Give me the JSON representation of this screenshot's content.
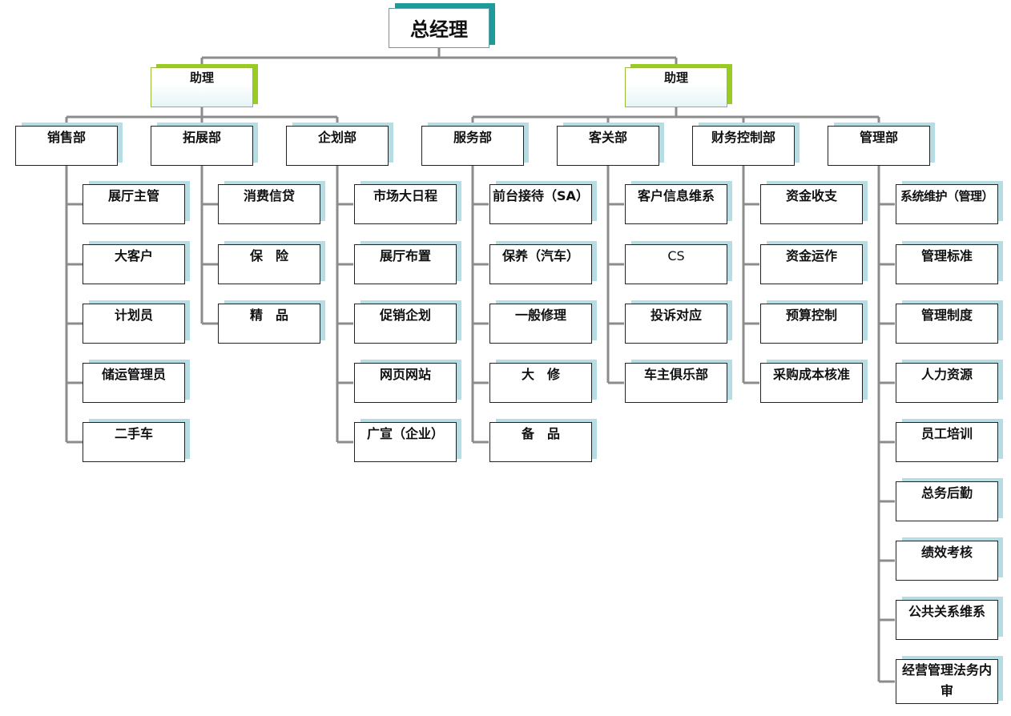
{
  "colors": {
    "line": "#8c8c8c",
    "box_border": "#222222",
    "shadow_blue": "#b6dde4",
    "shadow_green": "#99cc22",
    "shadow_teal": "#1f9a9a"
  },
  "top": {
    "label": "总经理"
  },
  "assistants": [
    {
      "label": "助理"
    },
    {
      "label": "助理"
    }
  ],
  "departments": [
    {
      "label": "销售部",
      "children": [
        "展厅主管",
        "大客户",
        "计划员",
        "储运管理员",
        "二手车"
      ]
    },
    {
      "label": "拓展部",
      "children": [
        "消费信贷",
        "保　险",
        "精　品"
      ]
    },
    {
      "label": "企划部",
      "children": [
        "市场大日程",
        "展厅布置",
        "促销企划",
        "网页网站",
        "广宣（企业）"
      ]
    },
    {
      "label": "服务部",
      "children": [
        "前台接待（SA）",
        "保养（汽车）",
        "一般修理",
        "大　修",
        "备　品"
      ]
    },
    {
      "label": "客关部",
      "children": [
        "客户信息维系",
        "CS",
        "投诉对应",
        "车主俱乐部"
      ]
    },
    {
      "label": "财务控制部",
      "children": [
        "资金收支",
        "资金运作",
        "预算控制",
        "采购成本核准"
      ]
    },
    {
      "label": "管理部",
      "children": [
        "系统维护（管理）",
        "管理标准",
        "管理制度",
        "人力资源",
        "员工培训",
        "总务后勤",
        "绩效考核",
        "公共关系维系",
        "经营管理法务内审"
      ]
    }
  ]
}
